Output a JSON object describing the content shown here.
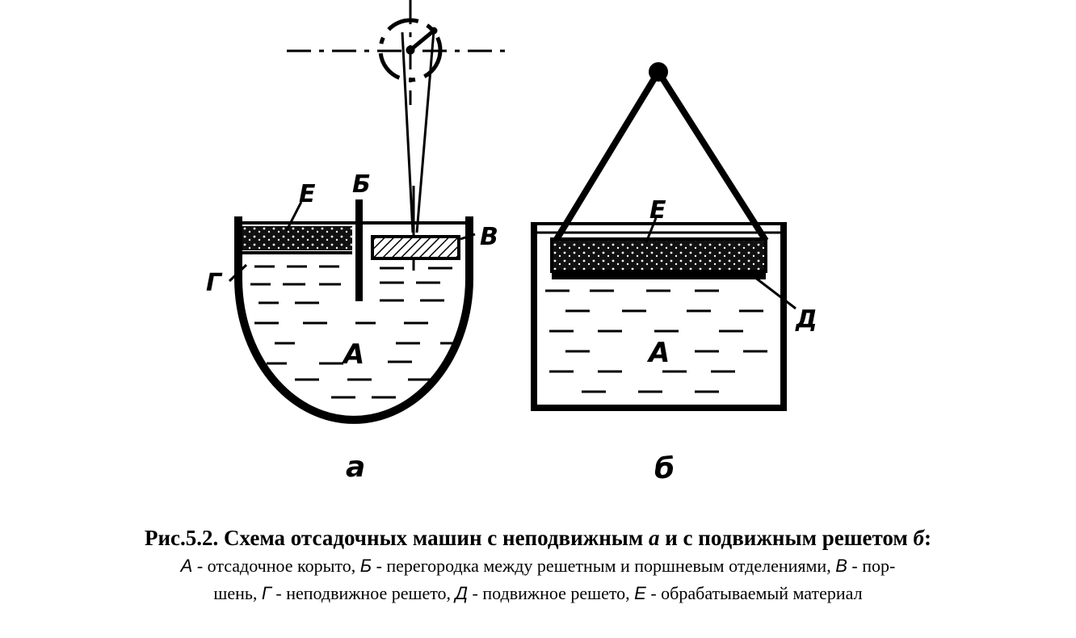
{
  "panel_a": {
    "label": "а",
    "labels": {
      "A": "А",
      "B": "Б",
      "V": "В",
      "G": "Г",
      "E": "Е"
    }
  },
  "panel_b": {
    "label": "б",
    "labels": {
      "A": "А",
      "D": "Д",
      "E": "Е"
    }
  },
  "caption": {
    "title_prefix": "Рис.5.2. Схема отсадочных машин с неподвижным",
    "title_a": "а",
    "title_middle": "и с подвижным решетом",
    "title_b": "б",
    "title_end": ":",
    "key_A": "А",
    "text_A": " - отсадочное корыто, ",
    "key_B": "Б",
    "text_B": " - перегородка между решетным и поршневым отделениями, ",
    "key_V": "В",
    "text_V1": " - пор-",
    "text_V2": "шень, ",
    "key_G": "Г",
    "text_G": " - неподвижное решето, ",
    "key_D": "Д",
    "text_D": " - подвижное решето, ",
    "key_E": "Е",
    "text_E": " - обрабатываемый материал"
  }
}
